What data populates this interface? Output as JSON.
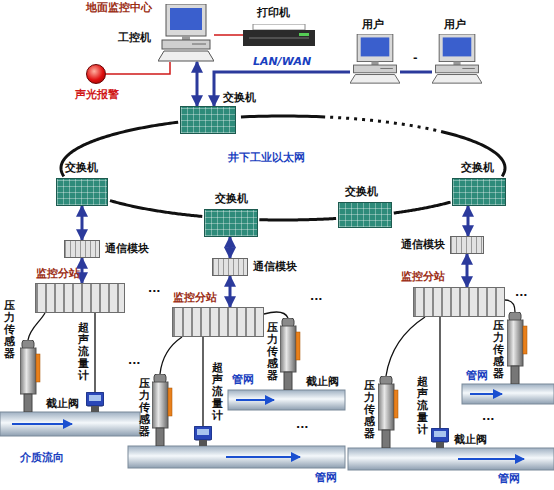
{
  "diagram": {
    "nodes": [
      {
        "text": [
          "地面监控中心",
          "工控机"
        ]
      },
      {
        "text": [
          "打印机"
        ]
      },
      {
        "text": [
          "用户"
        ]
      },
      {
        "text": [
          "用户"
        ]
      },
      {
        "text": [
          "声光报警"
        ]
      },
      {
        "text": [
          "交换机"
        ]
      },
      {
        "text": [
          "交换机"
        ]
      },
      {
        "text": [
          "交换机"
        ]
      },
      {
        "text": [
          "交换机"
        ]
      },
      {
        "text": [
          "交换机"
        ]
      },
      {
        "text": [
          "通信模块"
        ]
      },
      {
        "text": [
          "通信模块"
        ]
      },
      {
        "text": [
          "通信模块"
        ]
      },
      {
        "text": [
          "监控分站"
        ]
      },
      {
        "text": [
          "监控分站"
        ]
      },
      {
        "text": [
          "监控分站"
        ]
      }
    ],
    "edges": [
      {
        "from": 0,
        "to": 4,
        "arrow": "none"
      },
      {
        "from": 0,
        "to": 1,
        "arrow": "none"
      },
      {
        "from": 0,
        "to": 5,
        "arrow": "both"
      },
      {
        "from": 2,
        "to": 5,
        "arrow": "to",
        "label": "LAN/WAN"
      },
      {
        "from": 3,
        "to": 2,
        "arrow": "none"
      },
      {
        "from": 5,
        "to": 6,
        "arrow": "none"
      },
      {
        "from": 6,
        "to": 7,
        "arrow": "none"
      },
      {
        "from": 7,
        "to": 8,
        "arrow": "none"
      },
      {
        "from": 8,
        "to": 9,
        "arrow": "none"
      },
      {
        "from": 9,
        "to": 5,
        "arrow": "none"
      },
      {
        "from": 6,
        "to": 10,
        "arrow": "both"
      },
      {
        "from": 10,
        "to": 13,
        "arrow": "both"
      },
      {
        "from": 7,
        "to": 11,
        "arrow": "both"
      },
      {
        "from": 11,
        "to": 14,
        "arrow": "both"
      },
      {
        "from": 9,
        "to": 12,
        "arrow": "both"
      },
      {
        "from": 12,
        "to": 15,
        "arrow": "both"
      }
    ],
    "labels": [
      "井下工业以太网",
      "-",
      "压力传感器",
      "超声流量计",
      "截止阀",
      "介质流向",
      "压力传感器",
      "超声流量计",
      "压力传感器",
      "截止阀",
      "管网",
      "管网",
      "压力传感器",
      "超声流量计",
      "截止阀",
      "管网",
      "管网",
      "压力传感器",
      "···",
      "···",
      "···",
      "···",
      "···",
      "···"
    ]
  }
}
